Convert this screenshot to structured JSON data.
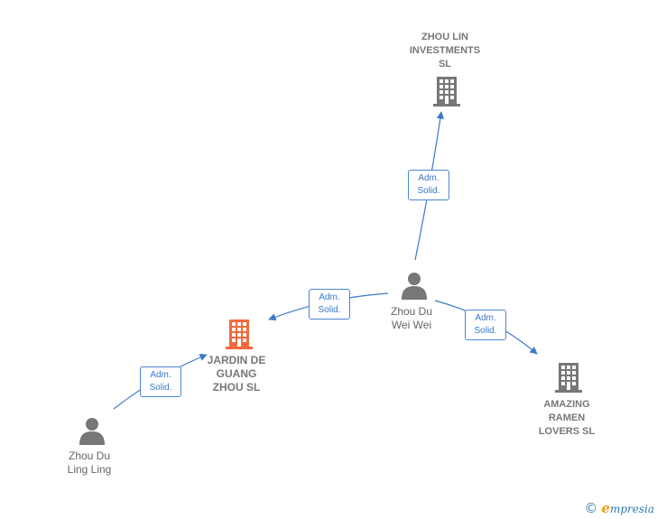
{
  "nodes": {
    "zhou_lin": {
      "label": "ZHOU LIN\nINVESTMENTS\nSL",
      "kind": "company",
      "color": "#777777"
    },
    "zhou_du_wei_wei": {
      "label": "Zhou Du\nWei Wei",
      "kind": "person",
      "color": "#777777"
    },
    "jardin": {
      "label": "JARDIN DE\nGUANG\nZHOU  SL",
      "kind": "company",
      "color": "#f26a3d"
    },
    "amazing": {
      "label": "AMAZING\nRAMEN\nLOVERS  SL",
      "kind": "company",
      "color": "#777777"
    },
    "zhou_du_ling_ling": {
      "label": "Zhou Du\nLing Ling",
      "kind": "person",
      "color": "#777777"
    }
  },
  "edges": {
    "e1": {
      "line1": "Adm.",
      "line2": "Solid."
    },
    "e2": {
      "line1": "Adm.",
      "line2": "Solid."
    },
    "e3": {
      "line1": "Adm.",
      "line2": "Solid."
    },
    "e4": {
      "line1": "Adm.",
      "line2": "Solid."
    }
  },
  "colors": {
    "edge": "#3a78c9",
    "icon": "#777777",
    "focus": "#f26a3d"
  },
  "footer": {
    "copyright": "©",
    "brand_initial": "e",
    "brand_rest": "mpresia"
  }
}
